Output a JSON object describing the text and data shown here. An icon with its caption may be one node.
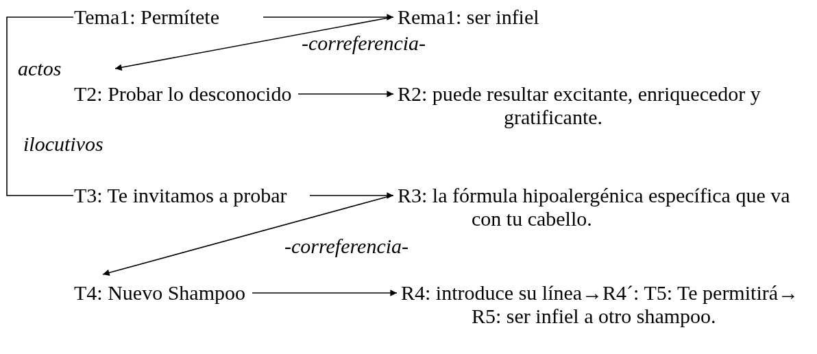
{
  "diagram": {
    "nodes": [
      {
        "text": [
          "Tema1: Permítete"
        ]
      },
      {
        "text": [
          "Rema1: ser infiel"
        ]
      },
      {
        "text": [
          "T2: Probar lo desconocido"
        ]
      },
      {
        "text": [
          "R2: puede resultar excitante, enriquecedor y gratificante."
        ]
      },
      {
        "text": [
          "T3: Te invitamos a probar"
        ]
      },
      {
        "text": [
          "R3: la fórmula hipoalergénica específica que va con tu cabello."
        ]
      },
      {
        "text": [
          "T4: Nuevo Shampoo"
        ]
      },
      {
        "text": [
          "R4: introduce su línea→R4´: T5: Te permitirá→ R5: ser infiel a otro shampoo."
        ]
      }
    ],
    "edges": [
      {
        "from": 0,
        "to": 1,
        "arrow": "to"
      },
      {
        "from": 1,
        "to": 2,
        "arrow": "to",
        "label": "-correferencia-"
      },
      {
        "from": 2,
        "to": 3,
        "arrow": "to"
      },
      {
        "from": 4,
        "to": 5,
        "arrow": "to"
      },
      {
        "from": 5,
        "to": 6,
        "arrow": "to",
        "label": "-correferencia-"
      },
      {
        "from": 6,
        "to": 7,
        "arrow": "to"
      },
      {
        "from": 0,
        "to": 4,
        "arrow": "none"
      }
    ],
    "labels": [
      "actos",
      "ilocutivos"
    ]
  }
}
